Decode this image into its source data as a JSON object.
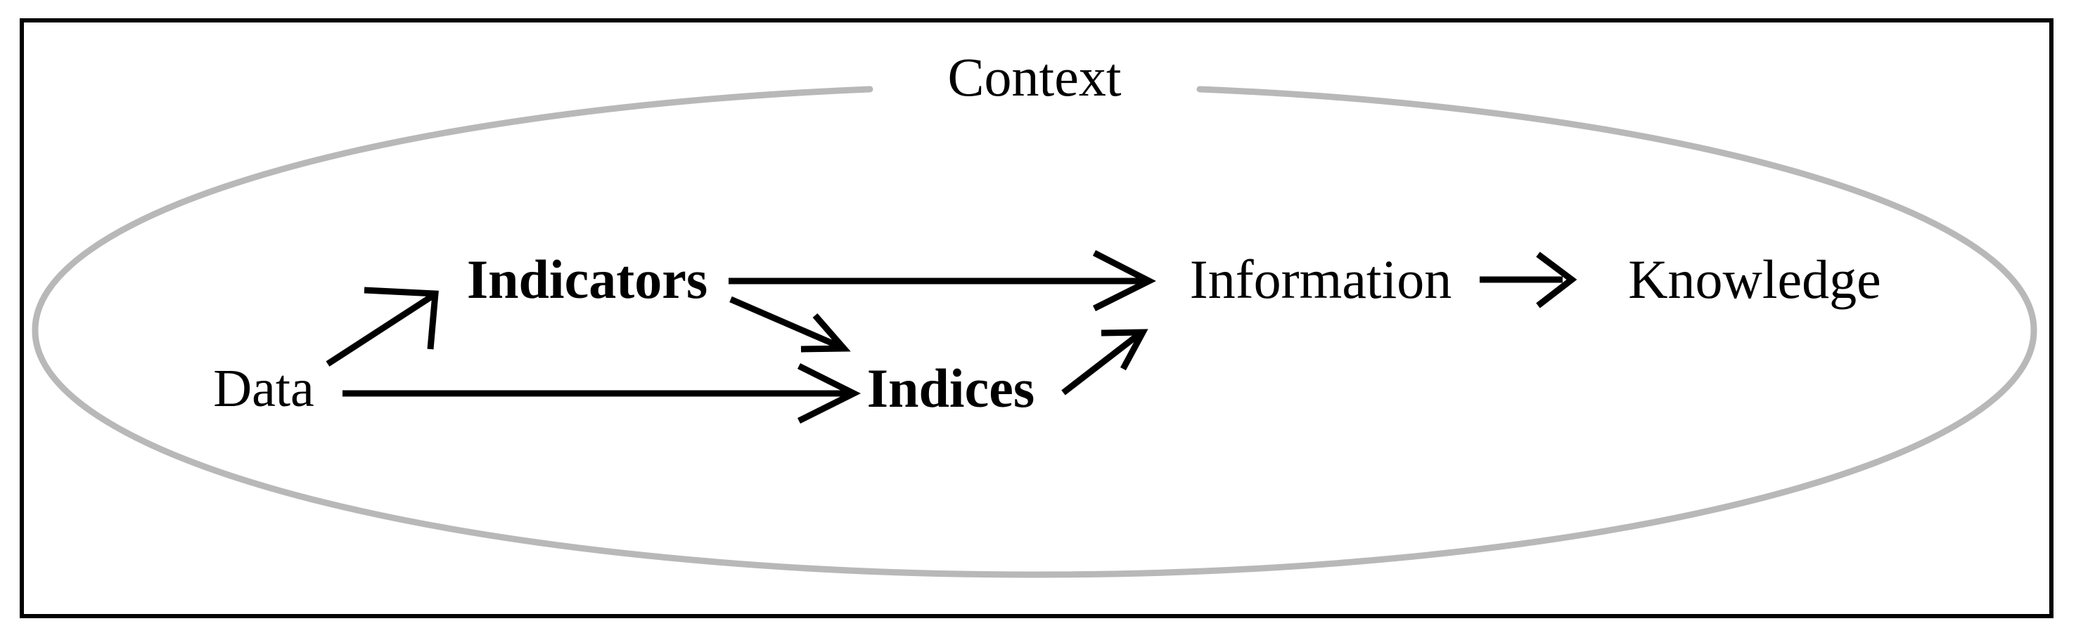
{
  "figure": {
    "type": "concept-flow-diagram",
    "title_label": "Context",
    "border_color": "#000000",
    "ellipse_color": "#b8b8b8",
    "text_color": "#000000",
    "background_color": "#ffffff"
  },
  "context": {
    "label": "Context",
    "shape": "ellipse",
    "stroke_color": "#b8b8b8"
  },
  "nodes": [
    {
      "id": "data",
      "label": "Data",
      "weight": "regular"
    },
    {
      "id": "indicators",
      "label": "Indicators",
      "weight": "bold"
    },
    {
      "id": "indices",
      "label": "Indices",
      "weight": "bold"
    },
    {
      "id": "information",
      "label": "Information",
      "weight": "regular"
    },
    {
      "id": "knowledge",
      "label": "Knowledge",
      "weight": "regular"
    }
  ],
  "edges": [
    {
      "from": "Data",
      "to": "Indicators",
      "style": "diagonal-up"
    },
    {
      "from": "Data",
      "to": "Indices",
      "style": "horizontal"
    },
    {
      "from": "Indicators",
      "to": "Information",
      "style": "horizontal"
    },
    {
      "from": "Indicators",
      "to": "Indices",
      "style": "diagonal-down"
    },
    {
      "from": "Indices",
      "to": "Information",
      "style": "diagonal-up"
    },
    {
      "from": "Information",
      "to": "Knowledge",
      "style": "horizontal"
    }
  ]
}
